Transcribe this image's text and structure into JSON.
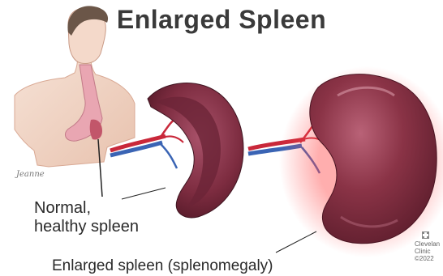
{
  "title": "Enlarged Spleen",
  "labels": {
    "normal": [
      "Normal,",
      "healthy spleen"
    ],
    "enlarged": "Enlarged spleen (splenomegaly)"
  },
  "credit": {
    "org_line1": "Clevelan",
    "org_line2": "Clinic",
    "copyright": "©2022"
  },
  "artist_signature": "Jeanne",
  "colors": {
    "spleen": "#8a3346",
    "spleen_dark": "#5e1e2c",
    "skin": "#f2d6c6",
    "vessel_red": "#c9283a",
    "vessel_blue": "#3a64b4",
    "glow": "#ff5a5a"
  }
}
